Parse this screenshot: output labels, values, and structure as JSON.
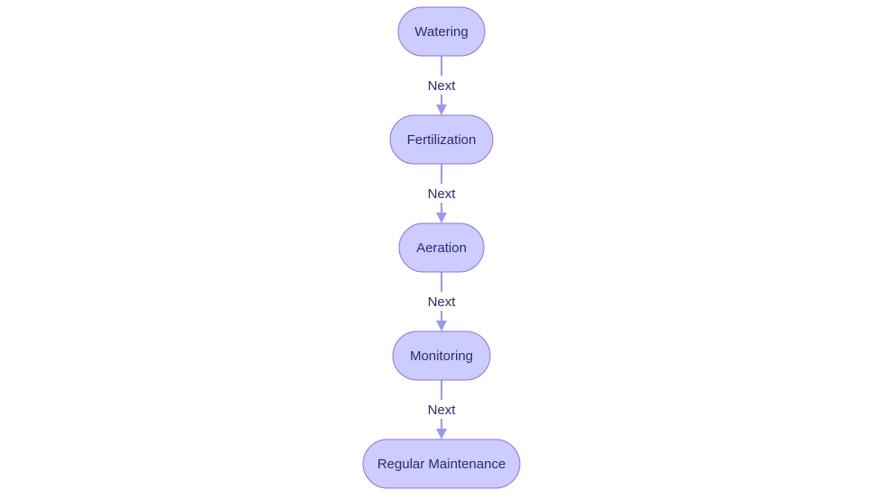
{
  "diagram": {
    "type": "flowchart",
    "direction": "top-down",
    "colors": {
      "node_fill": "#ccccff",
      "node_border": "#9370db",
      "edge": "#9a9ae8",
      "text": "#2b2b73",
      "background": "#ffffff"
    },
    "nodes": [
      {
        "id": "watering",
        "label": "Watering"
      },
      {
        "id": "fertilization",
        "label": "Fertilization"
      },
      {
        "id": "aeration",
        "label": "Aeration"
      },
      {
        "id": "monitoring",
        "label": "Monitoring"
      },
      {
        "id": "regular-maintenance",
        "label": "Regular Maintenance"
      }
    ],
    "edges": [
      {
        "from": "watering",
        "to": "fertilization",
        "label": "Next"
      },
      {
        "from": "fertilization",
        "to": "aeration",
        "label": "Next"
      },
      {
        "from": "aeration",
        "to": "monitoring",
        "label": "Next"
      },
      {
        "from": "monitoring",
        "to": "regular-maintenance",
        "label": "Next"
      }
    ]
  }
}
